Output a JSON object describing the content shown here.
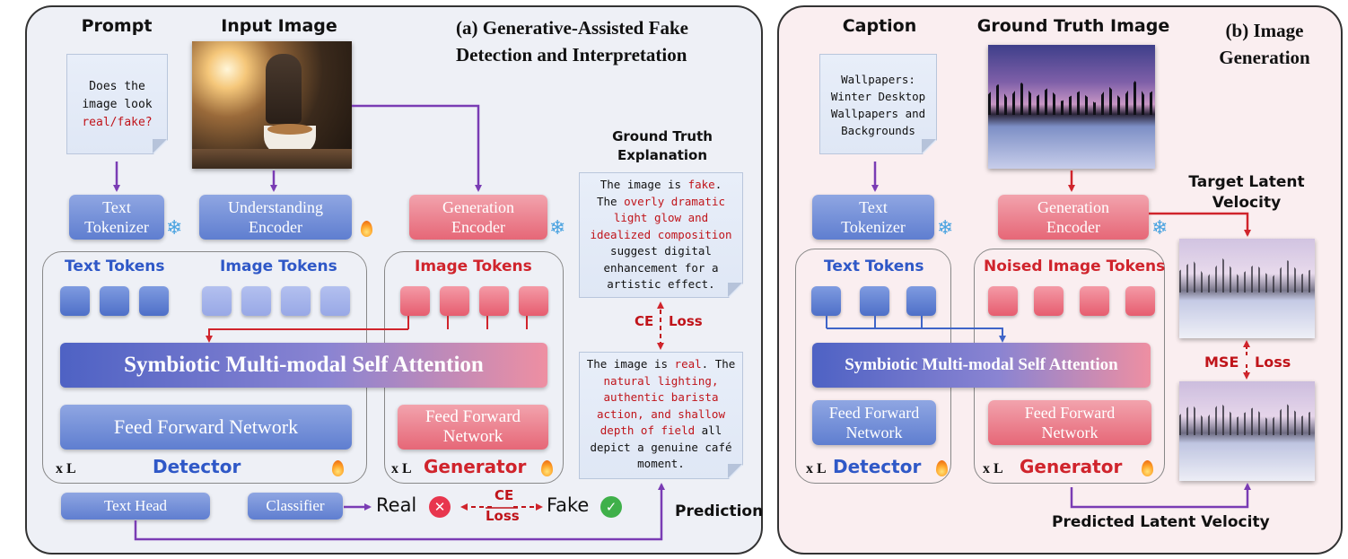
{
  "panel_a": {
    "title_line1": "(a) Generative-Assisted Fake",
    "title_line2": "Detection and Interpretation",
    "prompt_header": "Prompt",
    "input_header": "Input Image",
    "prompt_doc": {
      "line1": "Does the",
      "line2": "image look",
      "line3_red": "real/fake?"
    },
    "gt_header_line1": "Ground Truth",
    "gt_header_line2": "Explanation",
    "gt_doc": {
      "l1a": "The image is ",
      "l1b_red": "fake",
      "l1c": ".",
      "l2a": "The ",
      "l2b_red": "overly dramatic",
      "l3_red": "light glow and",
      "l4_red": "idealized composition",
      "l5": "suggest digital",
      "l6": "enhancement for a",
      "l7": "artistic effect."
    },
    "pred_doc": {
      "l1a": "The image is ",
      "l1b_red": "real",
      "l1c": ". The",
      "l2_red": "natural lighting,",
      "l3_red": "authentic barista",
      "l4_red": "action, and shallow",
      "l5a_red": "depth of field",
      "l5b": " all",
      "l6": "depict a genuine café",
      "l7": "moment."
    },
    "ce_loss_vertical": {
      "ce": "CE",
      "loss": "Loss"
    },
    "text_tokenizer": {
      "l1": "Text",
      "l2": "Tokenizer"
    },
    "understanding_encoder": {
      "l1": "Understanding",
      "l2": "Encoder"
    },
    "generation_encoder": {
      "l1": "Generation",
      "l2": "Encoder"
    },
    "text_tokens": "Text Tokens",
    "image_tokens": "Image Tokens",
    "image_tokens_gen": "Image Tokens",
    "attention": "Symbiotic Multi-modal Self Attention",
    "ffn_detector": "Feed Forward Network",
    "ffn_generator": {
      "l1": "Feed Forward",
      "l2": "Network"
    },
    "xl_detector": "x L",
    "xl_generator": "x L",
    "detector": "Detector",
    "generator": "Generator",
    "text_head": "Text Head",
    "classifier": "Classifier",
    "real": "Real",
    "fake": "Fake",
    "ce_loss_horizontal": {
      "ce": "CE",
      "loss": "Loss"
    },
    "prediction": "Prediction"
  },
  "panel_b": {
    "title_line1": "(b) Image",
    "title_line2": "Generation",
    "caption_header": "Caption",
    "gt_image_header": "Ground Truth Image",
    "caption_doc": {
      "l1": "Wallpapers:",
      "l2": "Winter Desktop",
      "l3": "Wallpapers and",
      "l4": "Backgrounds"
    },
    "text_tokenizer": {
      "l1": "Text",
      "l2": "Tokenizer"
    },
    "generation_encoder": {
      "l1": "Generation",
      "l2": "Encoder"
    },
    "target_velocity": {
      "l1": "Target Latent",
      "l2": "Velocity"
    },
    "text_tokens": "Text Tokens",
    "noised_tokens": "Noised Image Tokens",
    "attention": "Symbiotic Multi-modal Self Attention",
    "ffn_detector": {
      "l1": "Feed Forward",
      "l2": "Network"
    },
    "ffn_generator": {
      "l1": "Feed Forward",
      "l2": "Network"
    },
    "xl_detector": "x L",
    "xl_generator": "x L",
    "detector": "Detector",
    "generator": "Generator",
    "mse_loss": {
      "mse": "MSE",
      "loss": "Loss"
    },
    "predicted_velocity": "Predicted Latent Velocity"
  },
  "colors": {
    "panel_a_bg": "#eef0f6",
    "panel_b_bg": "#faeef0",
    "accent_blue": "#2f58c7",
    "accent_red": "#d0242c",
    "arrow_purple": "#7a3cb4",
    "loss_red": "#c0141a"
  },
  "icons": [
    "snowflake-icon",
    "flame-icon",
    "cross-icon",
    "check-icon"
  ]
}
